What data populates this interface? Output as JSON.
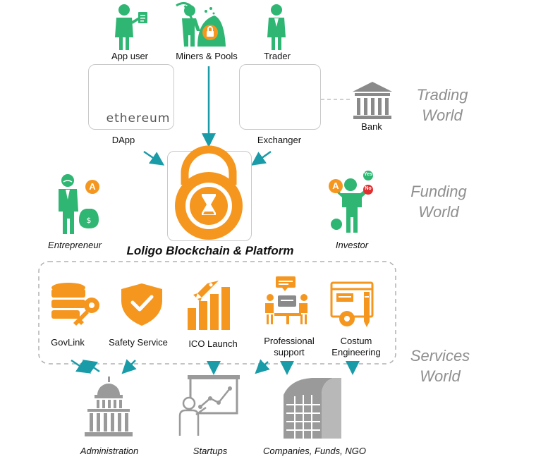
{
  "actors": {
    "app_user": "App user",
    "miners": "Miners & Pools",
    "trader": "Trader",
    "dapp": "DApp",
    "ethereum": "ethereum",
    "exchanger": "Exchanger",
    "bank": "Bank",
    "entrepreneur": "Entrepreneur",
    "investor": "Investor",
    "badge_a": "A",
    "yes": "Yes",
    "no": "No"
  },
  "worlds": {
    "trading": [
      "Trading",
      "World"
    ],
    "funding": [
      "Funding",
      "World"
    ],
    "services": [
      "Services",
      "World"
    ]
  },
  "platform": {
    "title": "Loligo Blockchain & Platform"
  },
  "services": {
    "govlink": "GovLink",
    "safety": "Safety Service",
    "ico": "ICO Launch",
    "professional": [
      "Professional",
      "support"
    ],
    "engineering": [
      "Costum",
      "Engineering"
    ]
  },
  "targets": {
    "administration": "Administration",
    "startups": "Startups",
    "companies": "Companies, Funds, NGO"
  },
  "colors": {
    "green": "#2fb673",
    "orange": "#f5961e",
    "teal": "#1a9ba8",
    "gray": "#9a9a9a",
    "gold": "#e0b52a"
  }
}
